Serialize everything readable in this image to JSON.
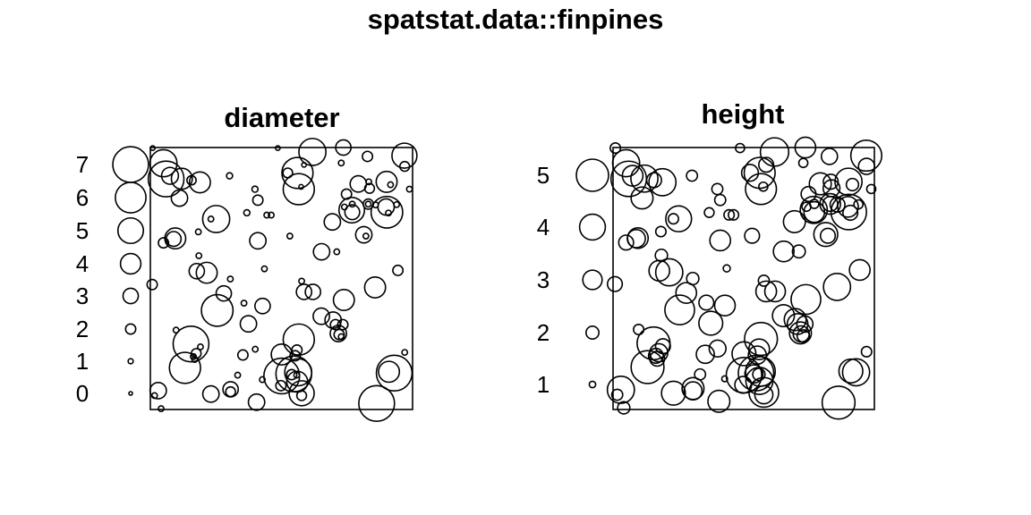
{
  "chart_data": {
    "type": "scatter",
    "title": "spatstat.data::finpines",
    "window": {
      "xrange": [
        -5,
        5
      ],
      "yrange": [
        -8,
        2
      ]
    },
    "point_fields": [
      "x",
      "y",
      "diameter",
      "height"
    ],
    "points": [
      [
        -4.5,
        1.4,
        5.3,
        4.2
      ],
      [
        -4.4,
        0.8,
        7.0,
        5.5
      ],
      [
        -4.25,
        0.92,
        3.3,
        3.2
      ],
      [
        -3.8,
        0.81,
        4.1,
        4.2
      ],
      [
        -3.43,
        0.75,
        1.8,
        2.3
      ],
      [
        -3.11,
        0.67,
        4.1,
        4.2
      ],
      [
        -3.89,
        0.07,
        3.2,
        3.4
      ],
      [
        -4.91,
        1.98,
        0.9,
        1.6
      ],
      [
        -1.98,
        0.92,
        1.2,
        1.7
      ],
      [
        -1.01,
        0.41,
        1.2,
        1.7
      ],
      [
        -0.9,
        -0.01,
        2.0,
        1.7
      ],
      [
        -1.32,
        -0.49,
        1.2,
        1.5
      ],
      [
        -2.49,
        -0.73,
        5.3,
        4.0
      ],
      [
        -2.69,
        -0.73,
        1.1,
        1.6
      ],
      [
        -0.56,
        -0.58,
        1.1,
        1.6
      ],
      [
        -0.39,
        -0.58,
        1.1,
        1.6
      ],
      [
        -3.17,
        -1.22,
        1.1,
        1.6
      ],
      [
        -4.05,
        -1.47,
        4.1,
        3.2
      ],
      [
        -4.11,
        -1.49,
        2.9,
        2.8
      ],
      [
        -4.5,
        -1.64,
        2.0,
        2.3
      ],
      [
        -0.9,
        -1.56,
        3.2,
        3.2
      ],
      [
        0.32,
        -1.38,
        1.1,
        2.3
      ],
      [
        -0.14,
        1.98,
        0.9,
        1.4
      ],
      [
        1.18,
        1.83,
        5.3,
        4.4
      ],
      [
        2.36,
        2.0,
        3.0,
        3.2
      ],
      [
        0.61,
        1.03,
        6.1,
        4.8
      ],
      [
        0.86,
        1.34,
        0.9,
        2.3
      ],
      [
        0.24,
        1.03,
        1.9,
        2.6
      ],
      [
        0.66,
        0.41,
        6.1,
        4.8
      ],
      [
        0.75,
        0.5,
        0.9,
        1.4
      ],
      [
        2.28,
        1.41,
        1.1,
        1.4
      ],
      [
        3.28,
        1.66,
        2.0,
        2.5
      ],
      [
        4.69,
        1.69,
        4.9,
        4.8
      ],
      [
        4.7,
        1.28,
        1.9,
        2.5
      ],
      [
        2.93,
        0.61,
        3.2,
        3.4
      ],
      [
        3.33,
        0.69,
        1.1,
        2.3
      ],
      [
        3.36,
        0.44,
        1.9,
        2.6
      ],
      [
        4.01,
        0.69,
        4.1,
        4.2
      ],
      [
        4.16,
        0.58,
        1.1,
        1.9
      ],
      [
        4.88,
        0.41,
        1.1,
        1.4
      ],
      [
        2.48,
        0.22,
        2.0,
        2.3
      ],
      [
        2.68,
        -0.39,
        5.0,
        4.2
      ],
      [
        2.7,
        -0.47,
        2.9,
        3.2
      ],
      [
        2.4,
        -0.27,
        1.1,
        1.4
      ],
      [
        2.7,
        -0.16,
        1.1,
        1.4
      ],
      [
        3.31,
        -0.16,
        2.0,
        3.2
      ],
      [
        3.31,
        -0.16,
        1.1,
        2.3
      ],
      [
        3.59,
        -0.19,
        1.1,
        2.3
      ],
      [
        4.02,
        -0.47,
        6.2,
        5.5
      ],
      [
        3.99,
        -0.27,
        3.2,
        3.2
      ],
      [
        4.08,
        -0.5,
        1.1,
        2.3
      ],
      [
        4.39,
        -0.18,
        1.1,
        1.4
      ],
      [
        1.94,
        -0.84,
        3.2,
        3.4
      ],
      [
        3.14,
        -1.33,
        3.2,
        3.7
      ],
      [
        3.22,
        -1.38,
        1.1,
        2.3
      ],
      [
        1.53,
        -1.98,
        3.2,
        3.2
      ],
      [
        2.11,
        -1.98,
        1.1,
        2.0
      ],
      [
        4.44,
        -2.69,
        2.0,
        3.2
      ],
      [
        3.57,
        -3.34,
        4.1,
        4.2
      ],
      [
        -3.15,
        -2.13,
        1.1,
        1.9
      ],
      [
        -3.23,
        -2.72,
        3.0,
        3.2
      ],
      [
        -2.85,
        -2.78,
        4.1,
        4.2
      ],
      [
        -1.95,
        -3.02,
        1.1,
        1.9
      ],
      [
        -0.65,
        -2.63,
        1.1,
        1.1
      ],
      [
        -4.93,
        -3.23,
        2.0,
        2.3
      ],
      [
        -2.2,
        -3.57,
        3.0,
        3.2
      ],
      [
        -2.45,
        -4.22,
        6.2,
        4.6
      ],
      [
        -1.43,
        -3.94,
        1.1,
        2.3
      ],
      [
        -0.72,
        -4.05,
        3.0,
        3.2
      ],
      [
        -1.26,
        -4.73,
        3.2,
        3.7
      ],
      [
        0.77,
        -3.1,
        1.1,
        1.7
      ],
      [
        0.86,
        -3.51,
        3.0,
        3.2
      ],
      [
        1.2,
        -3.51,
        3.0,
        3.2
      ],
      [
        2.38,
        -3.82,
        4.1,
        4.6
      ],
      [
        1.52,
        -4.44,
        3.2,
        3.4
      ],
      [
        1.97,
        -4.59,
        3.2,
        3.4
      ],
      [
        2.06,
        -4.76,
        2.0,
        3.2
      ],
      [
        2.34,
        -4.76,
        2.0,
        2.5
      ],
      [
        2.17,
        -5.1,
        3.2,
        3.4
      ],
      [
        2.2,
        -5.14,
        2.0,
        2.5
      ],
      [
        2.28,
        -5.22,
        1.1,
        1.9
      ],
      [
        -4.02,
        -4.97,
        1.1,
        1.6
      ],
      [
        -3.45,
        -5.5,
        7.0,
        5.1
      ],
      [
        -3.09,
        -5.61,
        1.1,
        2.3
      ],
      [
        -3.25,
        -5.86,
        1.9,
        2.8
      ],
      [
        -3.36,
        -5.98,
        1.1,
        2.3
      ],
      [
        -3.31,
        -6.09,
        1.1,
        2.3
      ],
      [
        -3.68,
        -6.41,
        6.1,
        5.1
      ],
      [
        -1.47,
        -5.92,
        2.0,
        2.8
      ],
      [
        -1.0,
        -5.7,
        1.1,
        2.6
      ],
      [
        0.66,
        -5.33,
        6.1,
        5.1
      ],
      [
        0.01,
        -5.9,
        4.1,
        3.7
      ],
      [
        0.59,
        -5.73,
        2.0,
        3.2
      ],
      [
        0.52,
        -5.95,
        2.0,
        2.8
      ],
      [
        0.47,
        -6.64,
        7.0,
        5.5
      ],
      [
        0.64,
        -6.58,
        5.3,
        4.6
      ],
      [
        0.39,
        -6.67,
        2.0,
        2.8
      ],
      [
        0.58,
        -6.69,
        1.1,
        1.9
      ],
      [
        0.6,
        -6.94,
        4.1,
        4.2
      ],
      [
        0.01,
        -6.72,
        7.0,
        5.5
      ],
      [
        -0.02,
        -7.09,
        2.0,
        2.6
      ],
      [
        -0.73,
        -6.86,
        1.1,
        0.9
      ],
      [
        -1.67,
        -6.69,
        1.1,
        1.7
      ],
      [
        0.77,
        -7.38,
        4.9,
        4.6
      ],
      [
        0.77,
        -7.47,
        1.9,
        2.8
      ],
      [
        4.7,
        -5.82,
        1.1,
        1.6
      ],
      [
        4.3,
        -6.61,
        7.0,
        4.2
      ],
      [
        4.1,
        -6.56,
        4.1,
        3.7
      ],
      [
        3.63,
        -7.77,
        7.0,
        5.1
      ],
      [
        -4.7,
        -7.28,
        3.2,
        4.2
      ],
      [
        -4.84,
        -7.47,
        1.1,
        1.7
      ],
      [
        -4.59,
        -7.97,
        1.1,
        1.9
      ],
      [
        -2.69,
        -7.41,
        3.2,
        3.7
      ],
      [
        -1.94,
        -7.23,
        3.0,
        3.4
      ],
      [
        -1.94,
        -7.32,
        1.9,
        2.8
      ],
      [
        -0.95,
        -7.72,
        3.2,
        3.4
      ]
    ],
    "panels": [
      {
        "title": "diameter",
        "mark": "diameter",
        "legend_values": [
          "0",
          "1",
          "2",
          "3",
          "4",
          "5",
          "6",
          "7"
        ]
      },
      {
        "title": "height",
        "mark": "height",
        "legend_values": [
          "1",
          "2",
          "3",
          "4",
          "5"
        ]
      }
    ]
  }
}
